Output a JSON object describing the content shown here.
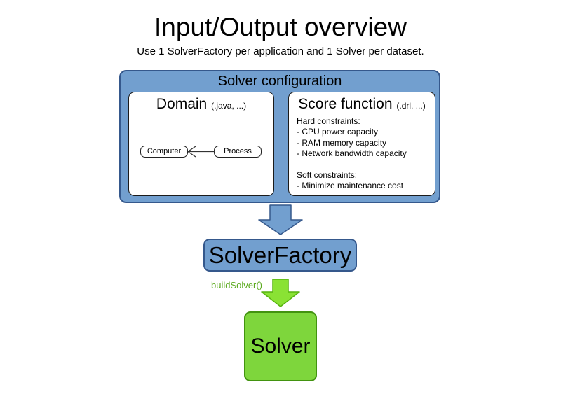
{
  "page": {
    "title": "Input/Output overview",
    "subtitle": "Use 1 SolverFactory per application and 1 Solver per dataset."
  },
  "solver_configuration": {
    "title": "Solver configuration",
    "domain": {
      "title": "Domain",
      "file_types": "(.java, ...)",
      "nodes": [
        {
          "label": "Computer"
        },
        {
          "label": "Process"
        }
      ],
      "relation": "Process points to Computer"
    },
    "score_function": {
      "title": "Score function",
      "file_types": "(.drl, ...)",
      "hard_heading": "Hard constraints:",
      "hard_constraints": [
        "- CPU power capacity",
        "- RAM memory capacity",
        "- Network bandwidth capacity"
      ],
      "soft_heading": "Soft constraints:",
      "soft_constraints": [
        "- Minimize maintenance cost"
      ]
    }
  },
  "solver_factory": {
    "label": "SolverFactory"
  },
  "build_solver": {
    "label": "buildSolver()"
  },
  "solver": {
    "label": "Solver"
  },
  "colors": {
    "blue_fill": "#729fcf",
    "blue_border": "#35588c",
    "green_fill": "#7ed63c",
    "green_border": "#429310",
    "green_arrow_fill": "#8ae234",
    "green_arrow_border": "#57b40f",
    "green_text": "#5baa1e"
  }
}
